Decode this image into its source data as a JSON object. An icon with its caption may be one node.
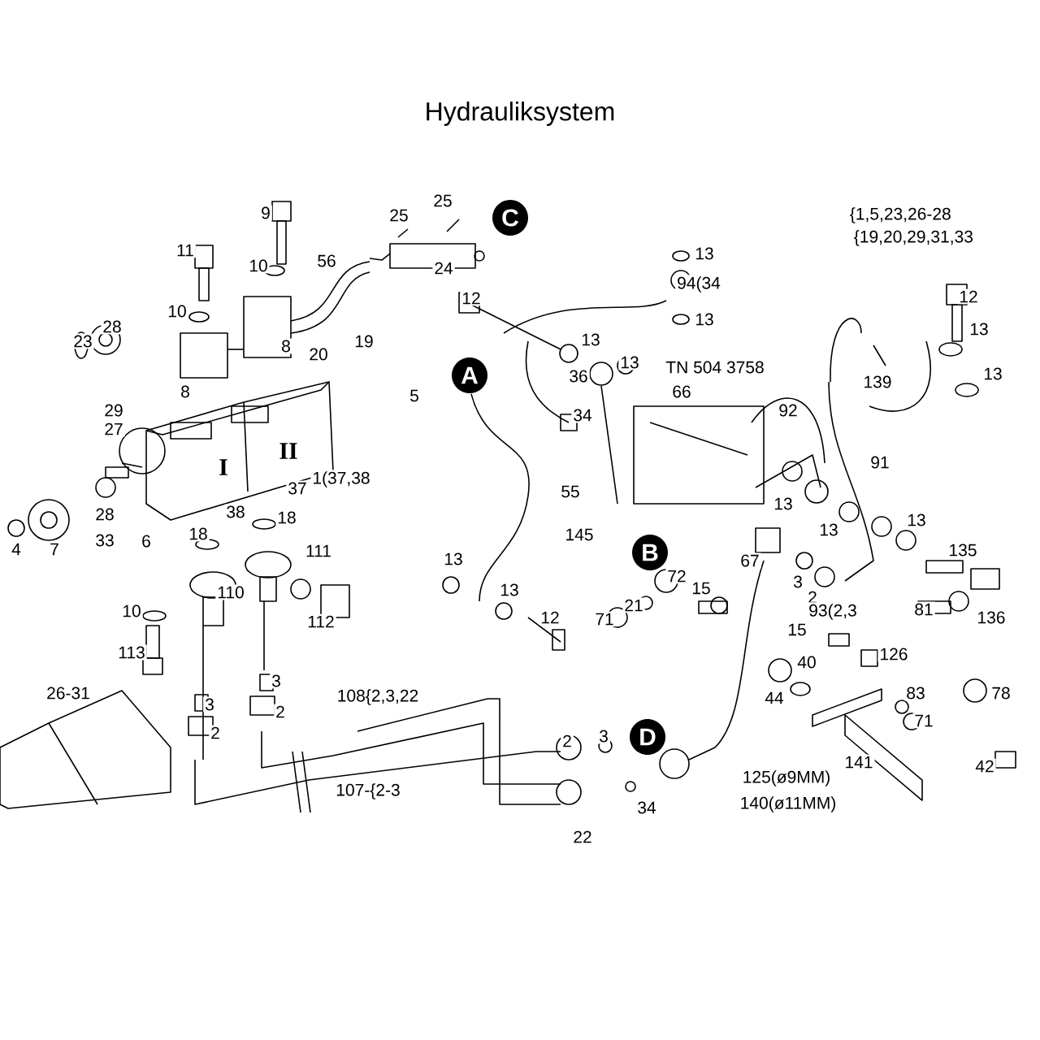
{
  "diagram": {
    "title": "Hydrauliksystem",
    "nodes": [
      {
        "text": [
          "C"
        ]
      },
      {
        "text": [
          "A"
        ]
      },
      {
        "text": [
          "B"
        ]
      },
      {
        "text": [
          "D"
        ]
      }
    ],
    "labels": [
      "9",
      "11",
      "10",
      "56",
      "25",
      "25",
      "24",
      "{1,5,23,26-28",
      "{19,20,29,31,33",
      "10",
      "12",
      "13",
      "94(34",
      "13",
      "28",
      "23",
      "20",
      "19",
      "13",
      "13",
      "TN 504 3758",
      "12",
      "13",
      "139",
      "13",
      "8",
      "8",
      "5",
      "36",
      "66",
      "29",
      "92",
      "27",
      "I",
      "II",
      "34",
      "91",
      "55",
      "1(37,38",
      "37",
      "38",
      "18",
      "18",
      "13",
      "13",
      "13",
      "135",
      "28",
      "33",
      "4",
      "7",
      "6",
      "145",
      "111",
      "110",
      "13",
      "13",
      "67",
      "3",
      "2",
      "93(2,3",
      "81",
      "136",
      "72",
      "15",
      "10",
      "112",
      "12",
      "71",
      "21",
      "113",
      "15",
      "126",
      "40",
      "44",
      "83",
      "71",
      "78",
      "42",
      "26-31",
      "108{2,3,22",
      "3",
      "2",
      "3",
      "2",
      "107-{2-3",
      "2",
      "3",
      "34",
      "22",
      "141",
      "125(ø9MM)",
      "140(ø11MM)"
    ]
  }
}
